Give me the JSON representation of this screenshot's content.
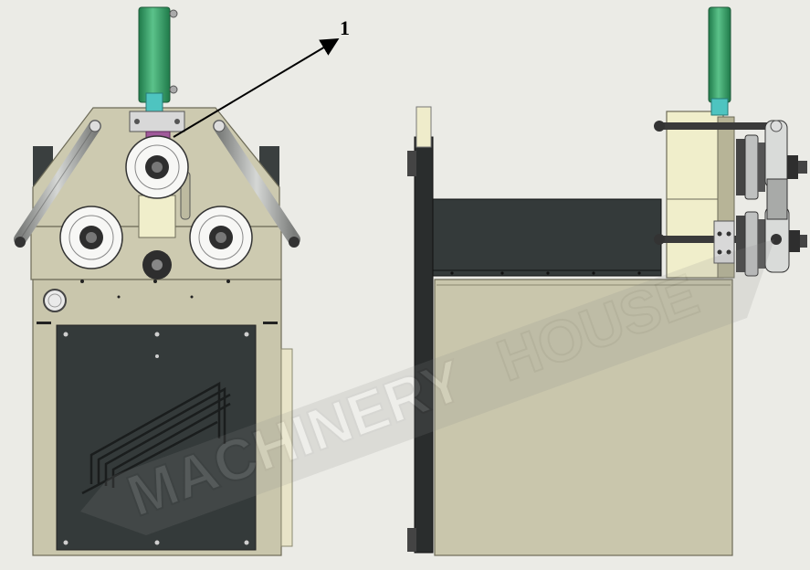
{
  "callouts": [
    {
      "label": "1",
      "target": "top-roller-spacer"
    }
  ],
  "watermark": {
    "text_primary": "MACHINERY",
    "text_secondary": "HOUSE"
  },
  "colors": {
    "background": "#ebebe6",
    "frame_beige": "#cdcab0",
    "frame_beige_dark": "#b7b497",
    "panel_dark": "#343a3a",
    "hydraulic_green": "#3fa06a",
    "hydraulic_teal": "#4ec4c0",
    "roller_white": "#f7f7f5",
    "cylinder_yellow": "#f0eecb",
    "steel_grey": "#9a9c9a",
    "spacer_purple": "#a05a9a"
  }
}
